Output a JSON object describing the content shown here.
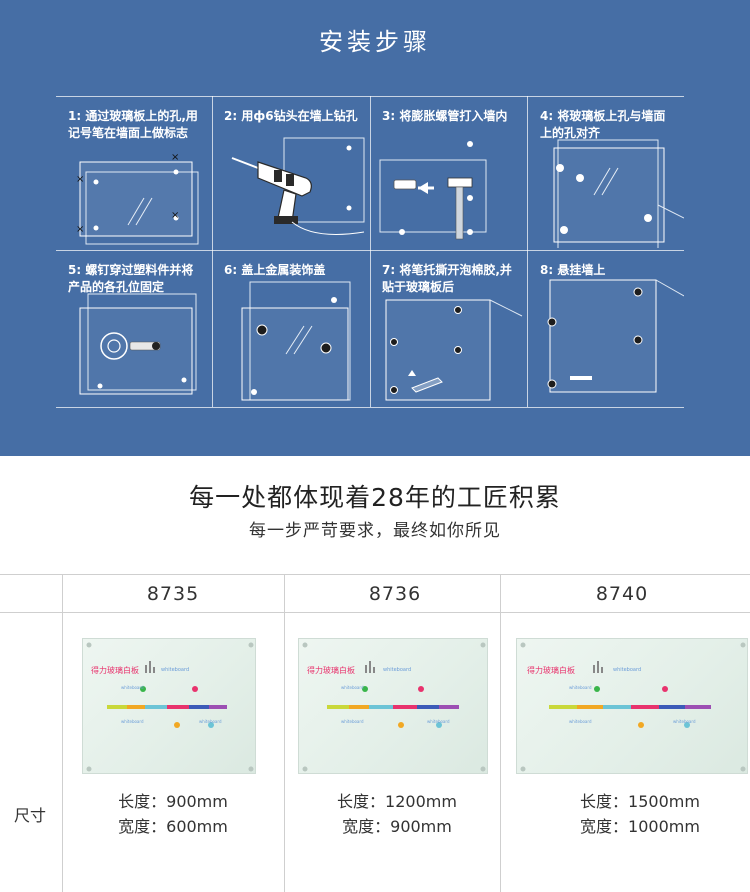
{
  "install": {
    "title": "安装步骤",
    "steps": [
      {
        "text": "1: 通过玻璃板上的孔,用记号笔在墙面上做标志"
      },
      {
        "text": "2: 用ф6钻头在墙上钻孔"
      },
      {
        "text": "3: 将膨胀螺管打入墙内"
      },
      {
        "text": "4: 将玻璃板上孔与墙面上的孔对齐"
      },
      {
        "text": "5: 螺钉穿过塑料件并将产品的各孔位固定"
      },
      {
        "text": "6: 盖上金属装饰盖"
      },
      {
        "text": "7: 将笔托撕开泡棉胶,并贴于玻璃板后"
      },
      {
        "text": "8: 悬挂墙上"
      }
    ]
  },
  "headline": "每一处都体现着28年的工匠积累",
  "subheadline": "每一步严苛要求，最终如你所见",
  "table": {
    "row_label": "尺寸",
    "products": [
      {
        "model": "8735",
        "length": "长度：900mm",
        "width": "宽度：600mm"
      },
      {
        "model": "8736",
        "length": "长度：1200mm",
        "width": "宽度：900mm"
      },
      {
        "model": "8740",
        "length": "长度：1500mm",
        "width": "宽度：1000mm"
      }
    ],
    "board_brand": "得力玻璃白板",
    "board_word": "whiteboard"
  },
  "colors": {
    "install_bg": "#466ea5",
    "brand_pink": "#e8336d"
  }
}
